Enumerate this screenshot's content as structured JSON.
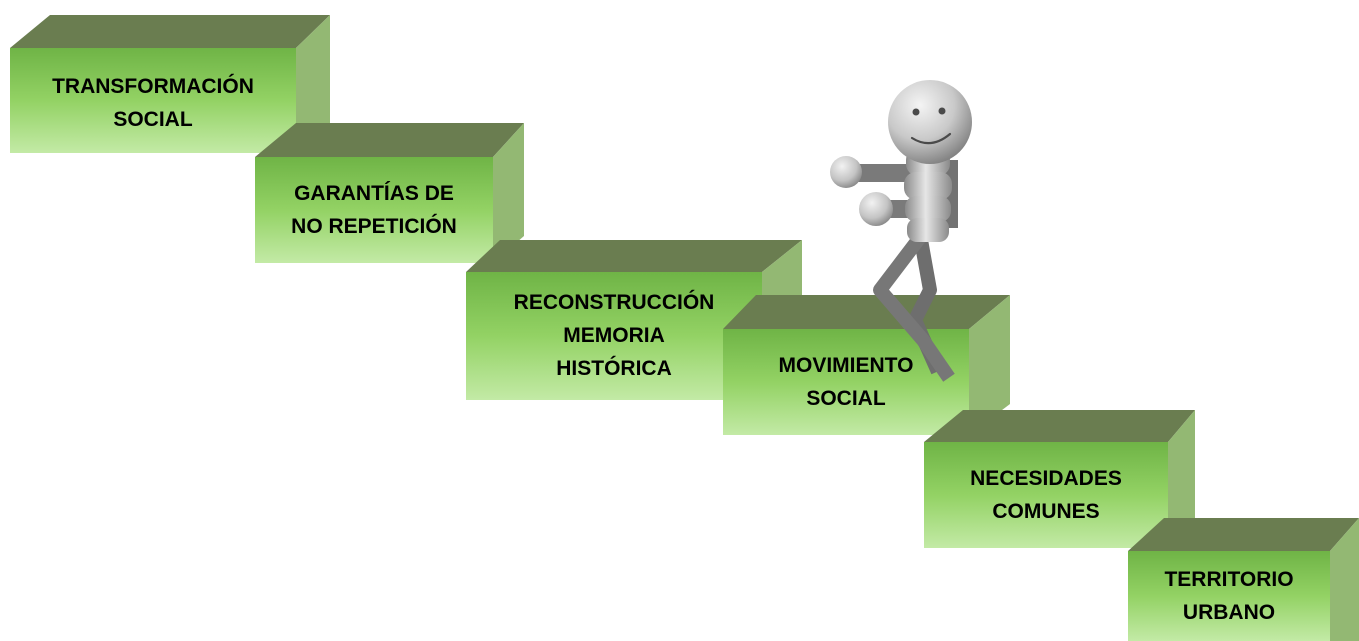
{
  "steps": [
    {
      "id": "transformacion",
      "lines": [
        "TRANSFORMACIÓN",
        "SOCIAL"
      ]
    },
    {
      "id": "garantias",
      "lines": [
        "GARANTÍAS DE",
        "NO REPETICIÓN"
      ]
    },
    {
      "id": "reconstruccion",
      "lines": [
        "RECONSTRUCCIÓN",
        "MEMORIA",
        "HISTÓRICA"
      ]
    },
    {
      "id": "movimiento",
      "lines": [
        "MOVIMIENTO",
        "SOCIAL"
      ]
    },
    {
      "id": "necesidades",
      "lines": [
        "NECESIDADES",
        "COMUNES"
      ]
    },
    {
      "id": "territorio",
      "lines": [
        "TERRITORIO",
        "URBANO"
      ]
    }
  ],
  "colors": {
    "block_top": "#6a7d50",
    "block_side": "#93b873",
    "block_front_light": "#bfe8a3",
    "block_front_mid": "#8ccf5c",
    "block_front_dark": "#6fb446",
    "figure_light": "#e4e4e4",
    "figure_dark": "#7a7a7a",
    "figure_limb": "#6e6e6e"
  },
  "figure": {
    "icon": "smiling-stick-figure-climbing-icon"
  }
}
